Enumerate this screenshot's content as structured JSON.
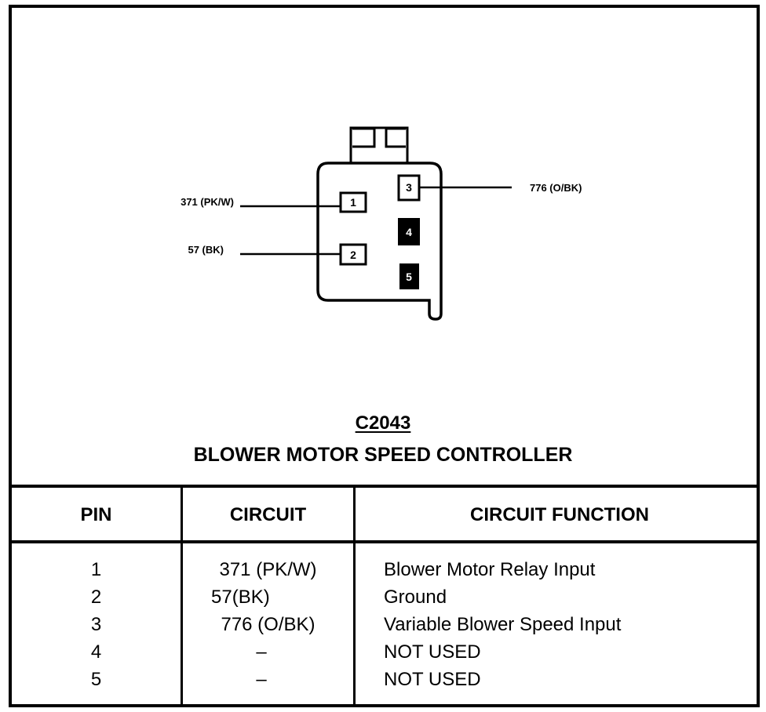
{
  "diagram": {
    "connector_id": "C2043",
    "connector_name": "BLOWER MOTOR SPEED CONTROLLER",
    "wire_labels": [
      {
        "pin": "1",
        "label": "371 (PK/W)"
      },
      {
        "pin": "2",
        "label": "57 (BK)"
      },
      {
        "pin": "3",
        "label": "776 (O/BK)"
      }
    ],
    "pins": [
      {
        "number": "1",
        "filled": false
      },
      {
        "number": "2",
        "filled": false
      },
      {
        "number": "3",
        "filled": false
      },
      {
        "number": "4",
        "filled": true
      },
      {
        "number": "5",
        "filled": true
      }
    ],
    "colors": {
      "ink": "#000000",
      "paper": "#ffffff"
    }
  },
  "table": {
    "headers": [
      "PIN",
      "CIRCUIT",
      "CIRCUIT FUNCTION"
    ],
    "rows": [
      {
        "pin": "1",
        "circuit": "371 (PK/W)",
        "function": "Blower Motor Relay Input"
      },
      {
        "pin": "2",
        "circuit": "57(BK)",
        "function": "Ground"
      },
      {
        "pin": "3",
        "circuit": "776 (O/BK)",
        "function": "Variable Blower Speed Input"
      },
      {
        "pin": "4",
        "circuit": "–",
        "function": "NOT USED"
      },
      {
        "pin": "5",
        "circuit": "–",
        "function": "NOT USED"
      }
    ]
  }
}
